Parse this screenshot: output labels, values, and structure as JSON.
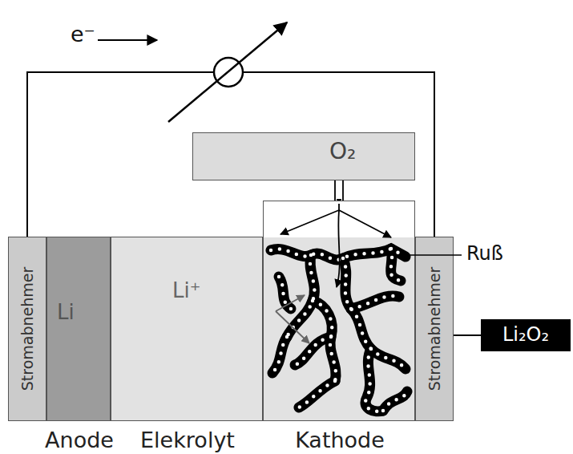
{
  "diagram": {
    "nodes": [
      {
        "text": [
          "O₂"
        ]
      },
      {
        "text": [
          "Stromabnehmer"
        ]
      },
      {
        "text": [
          "Li",
          "Anode"
        ]
      },
      {
        "text": [
          "Li⁺",
          "Elekrolyt"
        ]
      },
      {
        "text": [
          "Kathode"
        ]
      },
      {
        "text": [
          "Stromabnehmer"
        ]
      },
      {
        "text": [
          "Li₂O₂"
        ]
      }
    ],
    "edges": [
      {
        "from": 0,
        "to": 4,
        "arrow": "to"
      },
      {
        "from": 1,
        "to": 5,
        "arrow": "none"
      },
      {
        "from": 2,
        "to": 4,
        "arrow": "to"
      },
      {
        "from": 6,
        "to": 4,
        "arrow": "none"
      }
    ],
    "labels": [
      "e⁻",
      "Ruß"
    ]
  }
}
